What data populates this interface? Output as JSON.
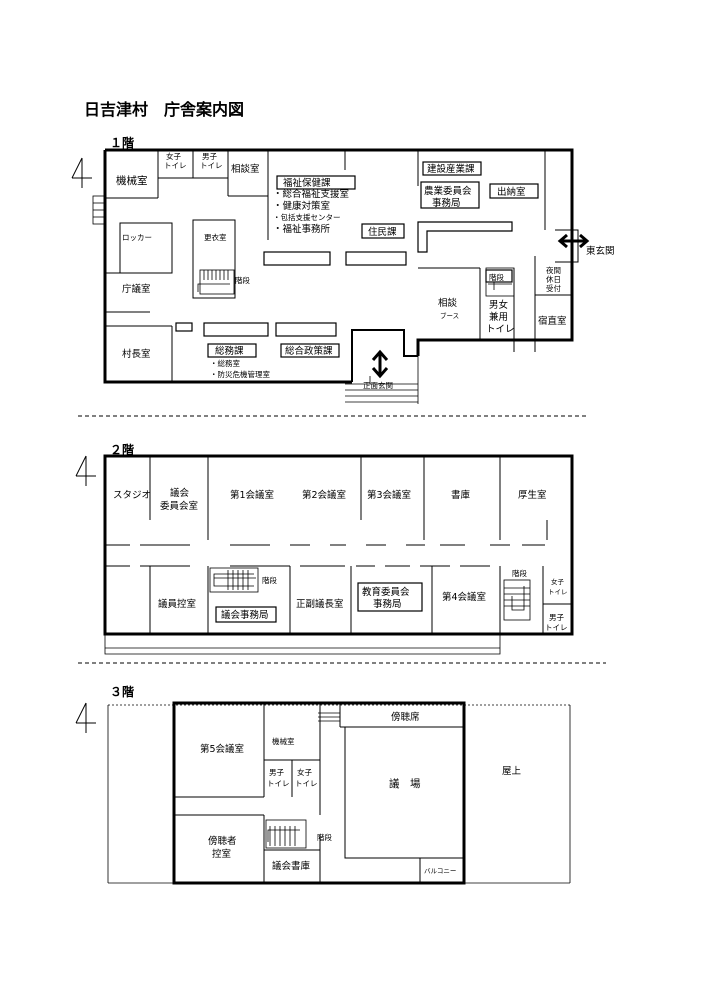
{
  "title": "日吉津村　庁舎案内図",
  "floors": {
    "f1": {
      "label": "１階",
      "rooms": {
        "kikaishitsu": "機械室",
        "joshi_toilet": [
          "女子",
          "トイレ"
        ],
        "danshi_toilet": [
          "男子",
          "トイレ"
        ],
        "sodanshitsu": "相談室",
        "fukushi_ka": "福祉保健課",
        "fukushi_items": [
          "・総合福祉支援室",
          "・健康対策室",
          "・包括支援センター",
          "・福祉事務所"
        ],
        "jumin_ka": "住民課",
        "kensetsu_ka": "建設産業課",
        "nogyo": [
          "農業委員会",
          "事務局"
        ],
        "suito": "出納室",
        "locker": "ロッカー",
        "koishitsu": "更衣室",
        "kaidan": "階段",
        "chogishitsu": "庁議室",
        "higashi_genkan": "東玄関",
        "yakan": [
          "夜間",
          "休日",
          "受付"
        ],
        "sodan_booth": [
          "相談",
          "ブース"
        ],
        "danjo_toilet": [
          "男女",
          "兼用",
          "トイレ"
        ],
        "shukuchoku": "宿直室",
        "soncho": "村長室",
        "somu_ka": "総務課",
        "somu_items": [
          "・総務室",
          "・防災危機管理室"
        ],
        "sogo_seisaku": "総合政策課",
        "shomen_genkan": "正面玄関"
      }
    },
    "f2": {
      "label": "２階",
      "rooms": {
        "studio": "スタジオ",
        "gikai_iinkai": [
          "議会",
          "委員会室"
        ],
        "kaigi1": "第1会議室",
        "kaigi2": "第2会議室",
        "kaigi3": "第3会議室",
        "shoko": "書庫",
        "koseishitsu": "厚生室",
        "kaidan_a": "階段",
        "kaidan_b": "階段",
        "joshi_toilet": [
          "女子",
          "トイレ"
        ],
        "danshi_toilet": [
          "男子",
          "トイレ"
        ],
        "giin_hikae": "議員控室",
        "gikai_jimukyoku": "議会事務局",
        "seifuku_gicho": "正副議長室",
        "kyoiku_iinkai": [
          "教育委員会",
          "事務局"
        ],
        "kaigi4": "第4会議室"
      }
    },
    "f3": {
      "label": "３階",
      "rooms": {
        "kaigi5": "第5会議室",
        "kikaishitsu": "機械室",
        "boshoseki": "傍聴席",
        "danshi_toilet": [
          "男子",
          "トイレ"
        ],
        "joshi_toilet": [
          "女子",
          "トイレ"
        ],
        "gijo": "議　場",
        "okujo": "屋上",
        "bosho_hikae": [
          "傍聴者",
          "控室"
        ],
        "kaidan": "階段",
        "gikai_shoko": "議会書庫",
        "balcony": "バルコニー"
      }
    }
  }
}
